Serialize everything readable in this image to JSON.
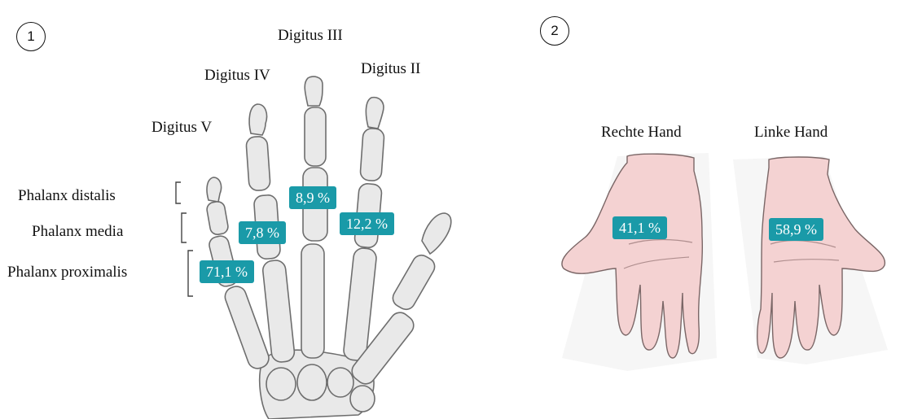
{
  "panel1": {
    "number": "1",
    "fingers": {
      "digitus_iii": "Digitus III",
      "digitus_iv": "Digitus IV",
      "digitus_ii": "Digitus II",
      "digitus_v": "Digitus V"
    },
    "phalanges": {
      "distalis": "Phalanx distalis",
      "media": "Phalanx media",
      "proximalis": "Phalanx proximalis"
    },
    "badges": {
      "digitus_iii": "8,9 %",
      "digitus_iv": "7,8 %",
      "digitus_ii": "12,2 %",
      "digitus_v": "71,1 %"
    }
  },
  "panel2": {
    "number": "2",
    "right_hand": "Rechte Hand",
    "left_hand": "Linke Hand",
    "badges": {
      "right_hand": "41,1 %",
      "left_hand": "58,9 %"
    }
  },
  "colors": {
    "badge": "#1a9aa8",
    "bone_fill": "#e9e9e9",
    "bone_stroke": "#6e6e6e",
    "skin_fill": "#f4d2d2",
    "skin_stroke": "#7a6666"
  }
}
